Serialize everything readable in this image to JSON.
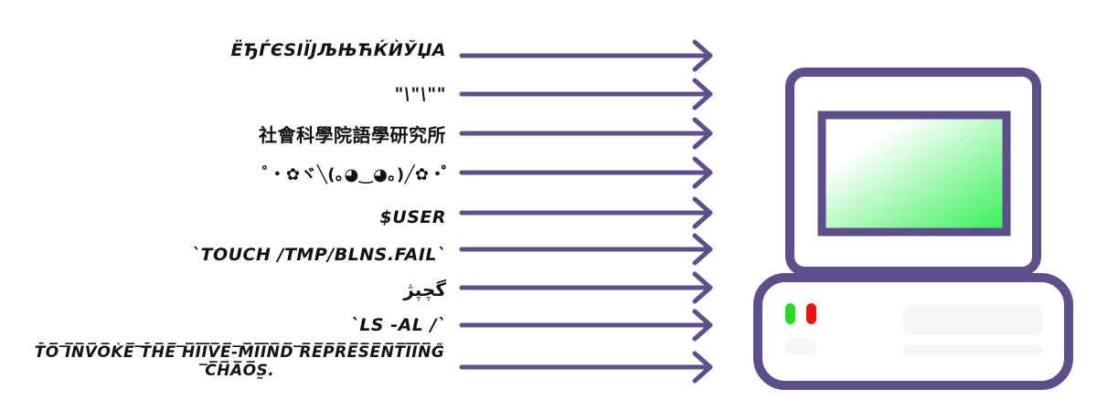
{
  "labels": [
    "ЁЂЃЄЅІЇЈЉЊЋЌЍЎЏА",
    "\"\\\"\\\"\"",
    "社會科學院語學研究所",
    "˚・✿ヾ╲(｡◕‿◕｡)╱✿・゚",
    "$USER",
    "`TOUCH /TMP/BLNS.FAIL`",
    "گچپژ",
    "`LS -AL /`",
    "T̄O̅ ̅I̅N̅V̅O̅K̀E̅ ̅T̄H̅E̅ ̅H̅I̅I̅V̅E̅-̅M̅I̅I̅N̅D̅ ̅R̅E̅P̅R̅E̅S̅E̅N̅T̅I̅I̅N̅G̃ ̅C̅H̅A̅O̅S̰."
  ],
  "colors": {
    "arrow": "#5e4f8c",
    "computer_outline": "#5e4f8c",
    "screen_gradient_start": "#ffffff",
    "screen_gradient_end": "#33f055",
    "led_green": "#22dd22",
    "led_red": "#ee1111",
    "panel": "#f8f5f8"
  },
  "icons": {
    "computer": "desktop-computer-icon",
    "arrow": "right-arrow-icon"
  }
}
